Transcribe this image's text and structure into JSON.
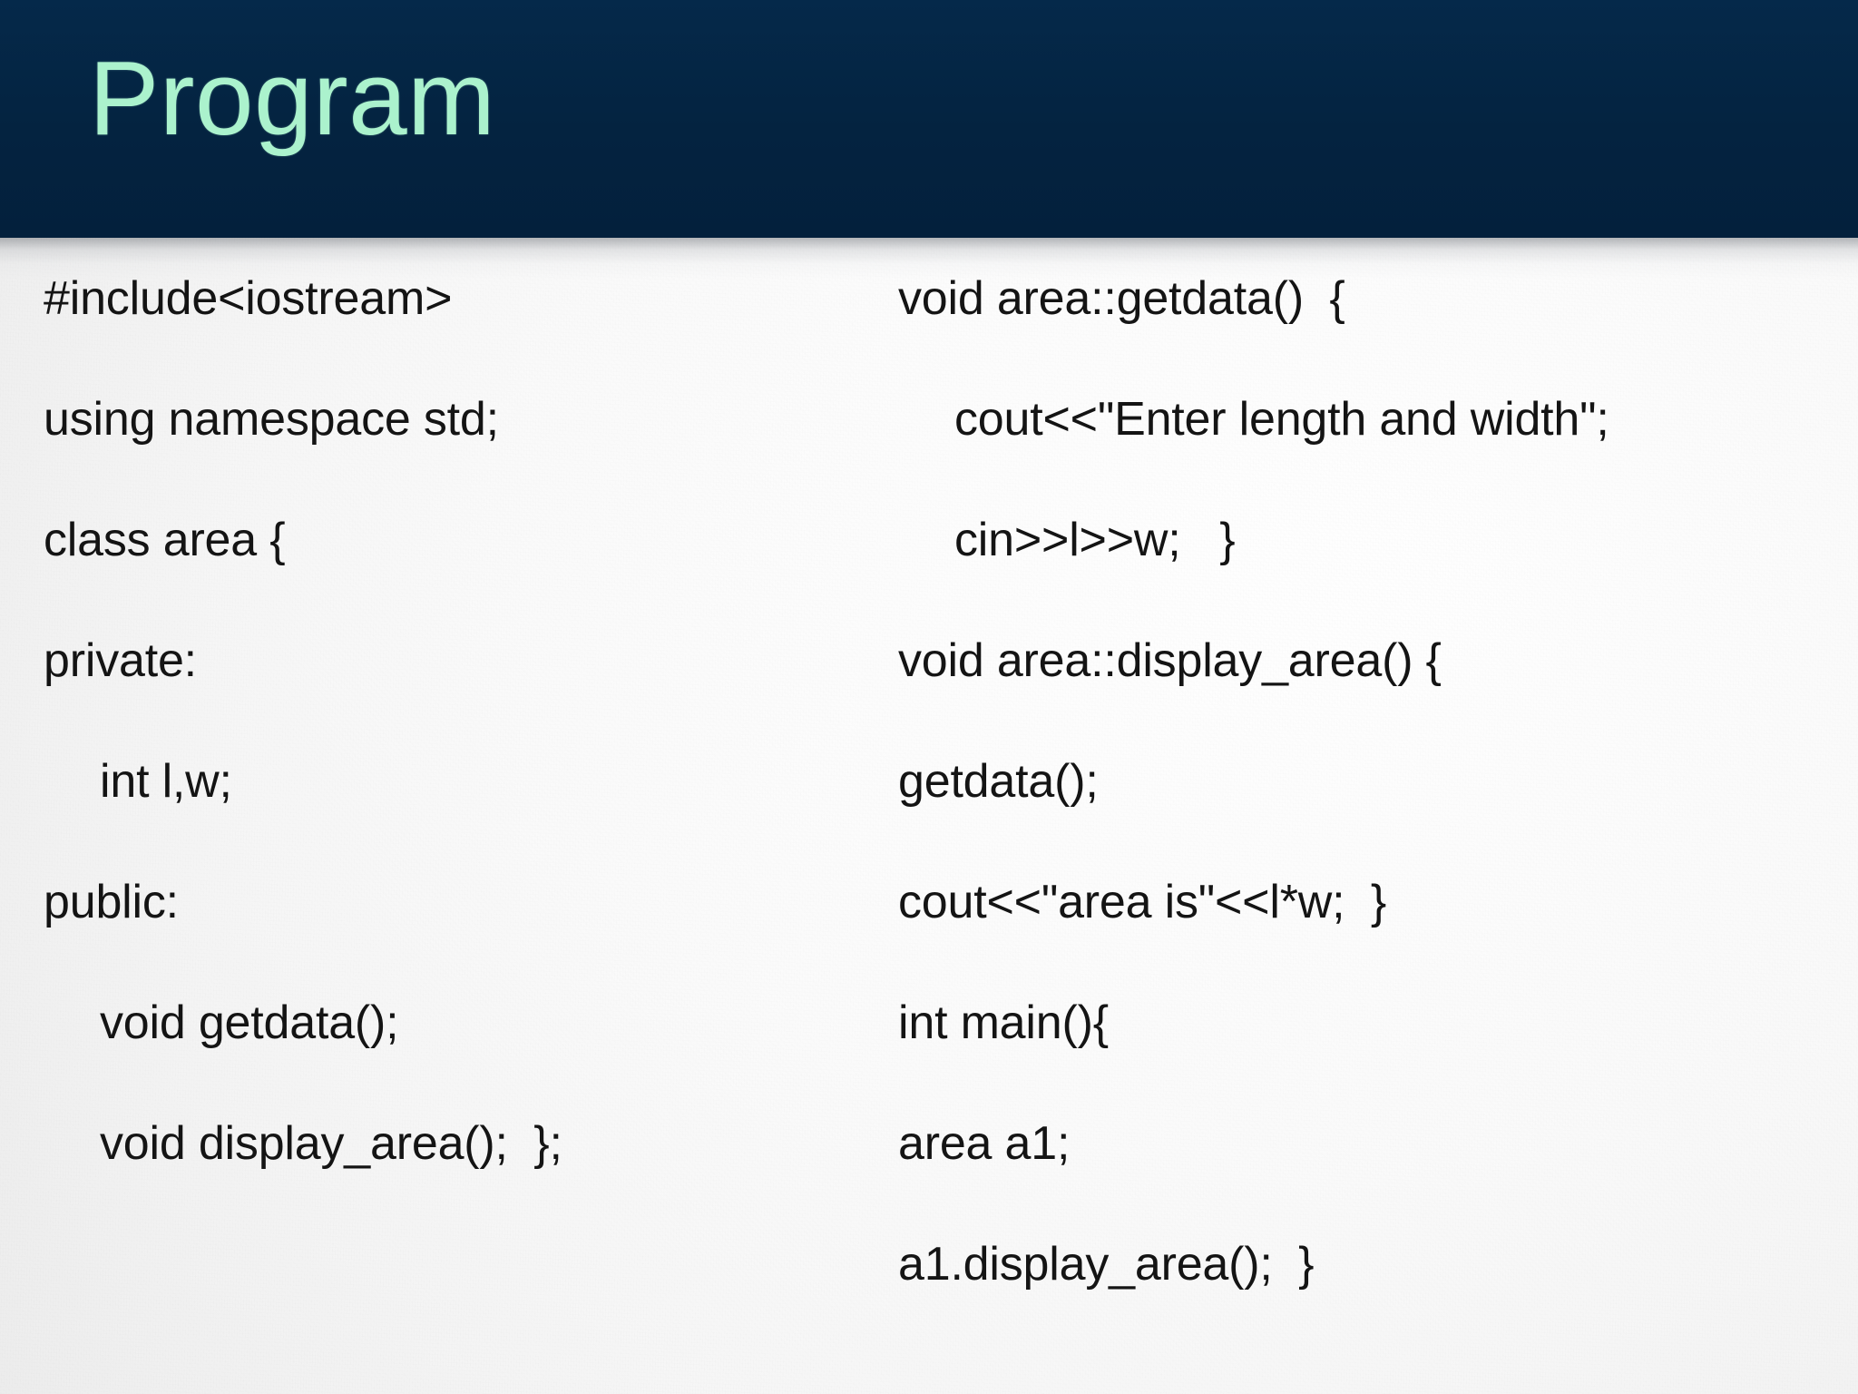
{
  "slide": {
    "title": "Program",
    "title_color": "#abf2cd",
    "header_color": "#042340",
    "body_background": "#f2f2f2",
    "code_color": "#141414"
  },
  "code": {
    "left_column": [
      {
        "text": "#include<iostream>",
        "indent": 0
      },
      {
        "text": "using namespace std;",
        "indent": 0
      },
      {
        "text": "class area {",
        "indent": 0
      },
      {
        "text": "private:",
        "indent": 0
      },
      {
        "text": "int l,w;",
        "indent": 1
      },
      {
        "text": "public:",
        "indent": 0
      },
      {
        "text": "void getdata();",
        "indent": 1
      },
      {
        "text": "void display_area();  };",
        "indent": 1
      }
    ],
    "right_column": [
      {
        "text": "void area::getdata()  {",
        "indent": 0
      },
      {
        "text": "cout<<\"Enter length and width\";",
        "indent": 1
      },
      {
        "text": "cin>>l>>w;   }",
        "indent": 1
      },
      {
        "text": "void area::display_area() {",
        "indent": 0
      },
      {
        "text": "getdata();",
        "indent": 0
      },
      {
        "text": "cout<<\"area is\"<<l*w;  }",
        "indent": 0
      },
      {
        "text": "int main(){",
        "indent": 0
      },
      {
        "text": "area a1;",
        "indent": 0
      },
      {
        "text": "a1.display_area();  }",
        "indent": 0
      }
    ]
  }
}
